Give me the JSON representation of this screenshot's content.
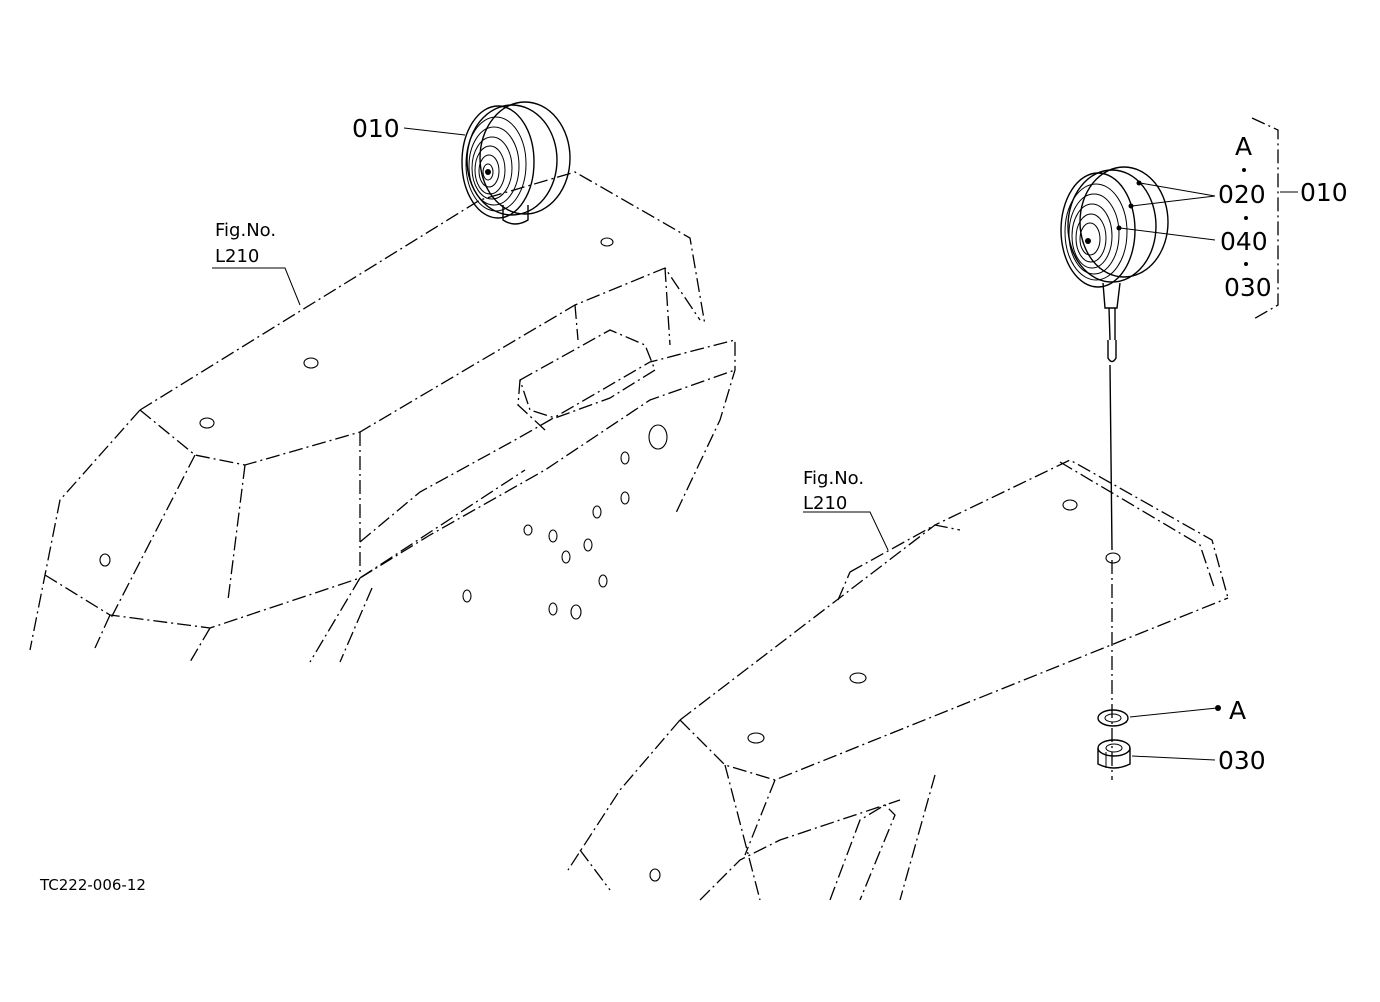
{
  "callouts": {
    "left_lamp": "010",
    "left_fig_line1": "Fig.No.",
    "left_fig_line2": "L210",
    "right_fig_line1": "Fig.No.",
    "right_fig_line2": "L210",
    "group_letter": "A",
    "lamp_lens": "020",
    "lamp_body": "040",
    "lamp_nut": "030",
    "assembly": "010",
    "washer_letter": "A",
    "nut": "030"
  },
  "drawing_code": "TC222-006-12"
}
